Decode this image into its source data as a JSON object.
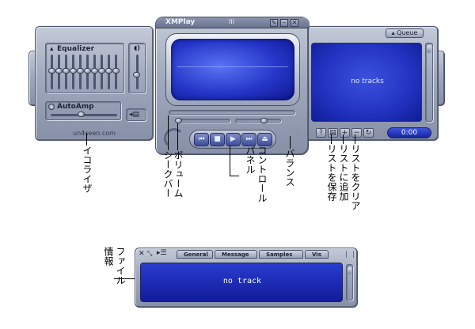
{
  "player": {
    "title": "XMPlay",
    "title_badge": "III",
    "title_buttons": [
      "✎",
      "–",
      "✕"
    ],
    "controls": [
      "⏮",
      "■",
      "▶",
      "⏭",
      "⏏"
    ]
  },
  "left_panel": {
    "equalizer_label": "Equalizer",
    "volume_icon": "speaker-icon",
    "autoamp_label": "AutoAmp",
    "site_text": "un4seen.com",
    "eq_band_levels": [
      0.55,
      0.55,
      0.55,
      0.55,
      0.55,
      0.55,
      0.55,
      0.55,
      0.55,
      0.55
    ]
  },
  "queue": {
    "tab_label": "Queue",
    "empty_text": "no tracks",
    "buttons": [
      "?",
      "▤",
      "+",
      "−",
      "↻"
    ],
    "time": "0:00"
  },
  "info_window": {
    "tabs": [
      "General",
      "Message",
      "Samples",
      "Vis"
    ],
    "text": "no track"
  },
  "annotations": {
    "equalizer": "イコライザ",
    "seekbar": "シークバー",
    "volume": "ボリューム",
    "control_panel_1": "コントロール",
    "control_panel_2": "パネル",
    "balance": "バランス",
    "save_list": "リストを保存",
    "add_to_list": "リストに追加",
    "clear_list": "リストをクリア",
    "file_info_1": "ファイル",
    "file_info_2": "情報"
  },
  "colors": {
    "screen_blue": "#2132bf",
    "chrome": "#9ea7bb"
  }
}
